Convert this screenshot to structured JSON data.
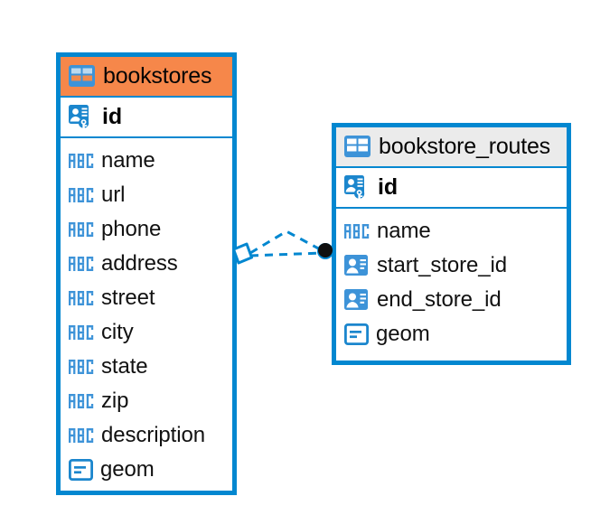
{
  "diagram": {
    "type": "entity-relationship-diagram",
    "background": "#ffffff",
    "accent_color": "#0287d0",
    "highlight_color": "#f6874a",
    "header_plain_color": "#ebebeb"
  },
  "entities": [
    {
      "name": "bookstores",
      "header_style": "accent",
      "table_icon": "table-icon",
      "primary_key": {
        "label": "id",
        "icon": "primary-key-icon",
        "type": "primary-key"
      },
      "fields": [
        {
          "label": "name",
          "icon": "text-type-icon",
          "type": "text"
        },
        {
          "label": "url",
          "icon": "text-type-icon",
          "type": "text"
        },
        {
          "label": "phone",
          "icon": "text-type-icon",
          "type": "text"
        },
        {
          "label": "address",
          "icon": "text-type-icon",
          "type": "text"
        },
        {
          "label": "street",
          "icon": "text-type-icon",
          "type": "text"
        },
        {
          "label": "city",
          "icon": "text-type-icon",
          "type": "text"
        },
        {
          "label": "state",
          "icon": "text-type-icon",
          "type": "text"
        },
        {
          "label": "zip",
          "icon": "text-type-icon",
          "type": "text"
        },
        {
          "label": "description",
          "icon": "text-type-icon",
          "type": "text"
        },
        {
          "label": "geom",
          "icon": "geometry-type-icon",
          "type": "geometry"
        }
      ]
    },
    {
      "name": "bookstore_routes",
      "header_style": "plain",
      "table_icon": "table-icon",
      "primary_key": {
        "label": "id",
        "icon": "primary-key-icon",
        "type": "primary-key"
      },
      "fields": [
        {
          "label": "name",
          "icon": "text-type-icon",
          "type": "text"
        },
        {
          "label": "start_store_id",
          "icon": "foreign-key-icon",
          "type": "foreign-key"
        },
        {
          "label": "end_store_id",
          "icon": "foreign-key-icon",
          "type": "foreign-key"
        },
        {
          "label": "geom",
          "icon": "geometry-type-icon",
          "type": "geometry"
        }
      ]
    }
  ],
  "relationship": {
    "source_entity": "bookstores",
    "target_entity": "bookstore_routes",
    "source_marker": "zero-or-one-diamond",
    "target_marker": "filled-circle",
    "line_style": "dashed",
    "line_color": "#0287d0",
    "marker_fill": "#ffffff",
    "target_fill": "#101010"
  }
}
